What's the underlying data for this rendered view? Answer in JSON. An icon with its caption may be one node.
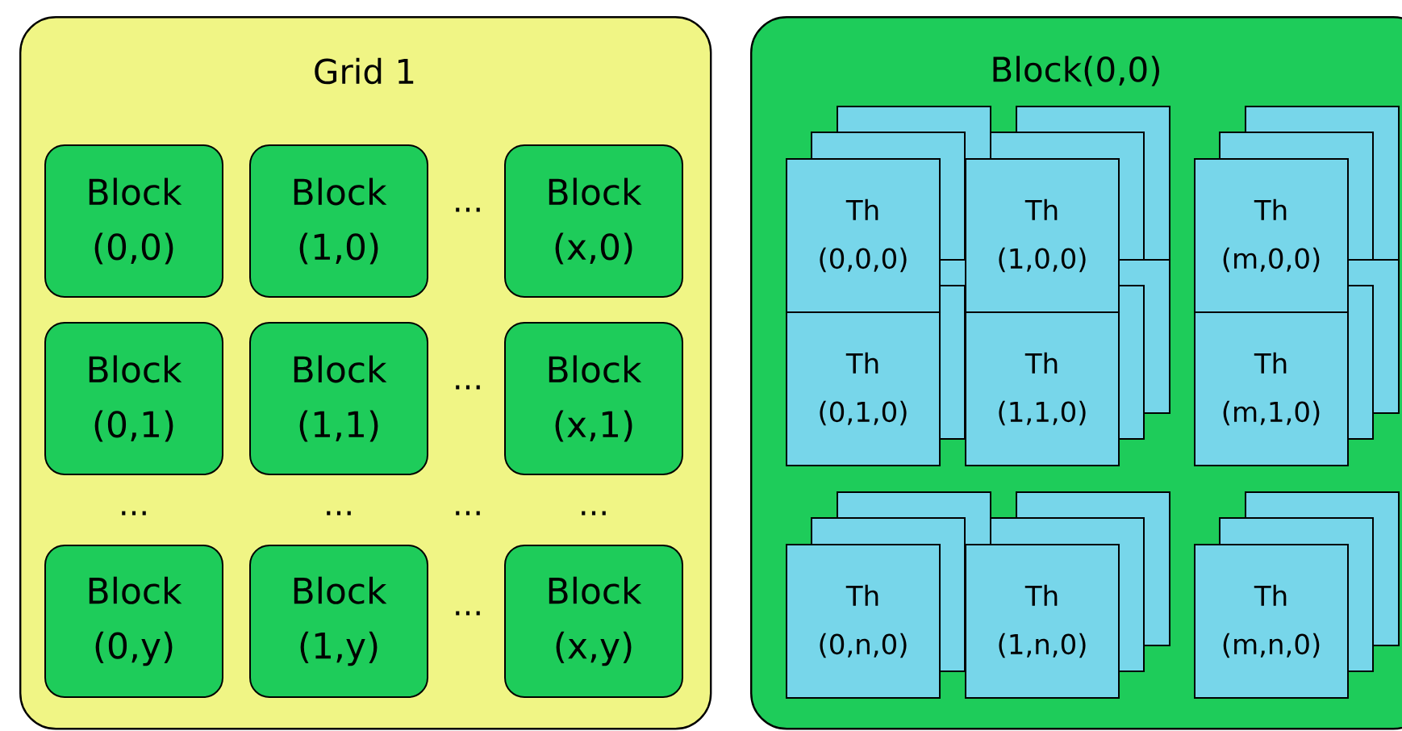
{
  "diagram": {
    "nodes": [
      {
        "text": [
          "Grid 1"
        ]
      },
      {
        "text": [
          "Block (0,0)"
        ],
        "in": 0
      },
      {
        "text": [
          "Block (1,0)"
        ],
        "in": 0
      },
      {
        "text": [
          "Block (x,0)"
        ],
        "in": 0
      },
      {
        "text": [
          "Block (0,1)"
        ],
        "in": 0
      },
      {
        "text": [
          "Block (1,1)"
        ],
        "in": 0
      },
      {
        "text": [
          "Block (x,1)"
        ],
        "in": 0
      },
      {
        "text": [
          "Block (0,y)"
        ],
        "in": 0
      },
      {
        "text": [
          "Block (1,y)"
        ],
        "in": 0
      },
      {
        "text": [
          "Block (x,y)"
        ],
        "in": 0
      },
      {
        "text": [
          "Block(0,0)"
        ]
      },
      {
        "text": [
          "Th (0,0,0)"
        ],
        "in": 10
      },
      {
        "text": [
          "Th (1,0,0)"
        ],
        "in": 10
      },
      {
        "text": [
          "Th (m,0,0)"
        ],
        "in": 10
      },
      {
        "text": [
          "Th (0,1,0)"
        ],
        "in": 10
      },
      {
        "text": [
          "Th (1,1,0)"
        ],
        "in": 10
      },
      {
        "text": [
          "Th (m,1,0)"
        ],
        "in": 10
      },
      {
        "text": [
          "Th (0,n,0)"
        ],
        "in": 10
      },
      {
        "text": [
          "Th (1,n,0)"
        ],
        "in": 10
      },
      {
        "text": [
          "Th (m,n,0)"
        ],
        "in": 10
      }
    ],
    "labels": [
      "...",
      "...",
      "...",
      "...",
      "...",
      "...",
      "..."
    ]
  }
}
